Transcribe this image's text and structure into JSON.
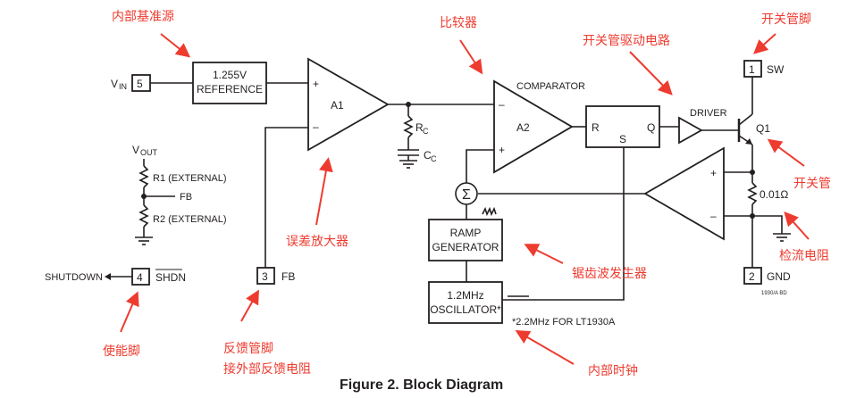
{
  "figure": {
    "caption": "Figure 2. Block Diagram",
    "drawing_code": "1930/A BD"
  },
  "pins": {
    "vin": {
      "number": "5",
      "name": "V",
      "sub": "IN"
    },
    "sw": {
      "number": "1",
      "name": "SW"
    },
    "gnd": {
      "number": "2",
      "name": "GND"
    },
    "fb": {
      "number": "3",
      "name": "FB"
    },
    "shdn": {
      "number": "4",
      "name": "SHDN",
      "signal": "SHUTDOWN"
    }
  },
  "blocks": {
    "reference": {
      "line1": "1.255V",
      "line2": "REFERENCE"
    },
    "a1": {
      "label": "A1",
      "plus": "+",
      "minus": "–"
    },
    "a2": {
      "label": "A2",
      "title": "COMPARATOR",
      "plus": "+",
      "minus": "–"
    },
    "latch": {
      "r": "R",
      "s": "S",
      "q": "Q"
    },
    "driver": {
      "label": "DRIVER"
    },
    "q1": {
      "label": "Q1"
    },
    "sense_amp": {
      "plus": "+",
      "minus": "–"
    },
    "sense_resistor": {
      "value": "0.01Ω"
    },
    "summer": {
      "symbol": "Σ"
    },
    "ramp": {
      "line1": "RAMP",
      "line2": "GENERATOR"
    },
    "oscillator": {
      "line1": "1.2MHz",
      "line2": "OSCILLATOR*",
      "footnote": "*2.2MHz FOR LT1930A"
    },
    "rc": {
      "name": "R",
      "sub": "C"
    },
    "cc": {
      "name": "C",
      "sub": "C"
    },
    "divider": {
      "vout": "V",
      "vout_sub": "OUT",
      "r1": "R1 (EXTERNAL)",
      "r2": "R2 (EXTERNAL)",
      "fb": "FB"
    }
  },
  "annotations": {
    "reference": "内部基准源",
    "comparator": "比较器",
    "driver": "开关管驱动电路",
    "sw_pin": "开关管脚",
    "q1": "开关管",
    "sense": "检流电阻",
    "ramp": "锯齿波发生器",
    "osc": "内部时钟",
    "error_amp": "误差放大器",
    "shdn": "使能脚",
    "fb_line1": "反馈管脚",
    "fb_line2": "接外部反馈电阻"
  },
  "colors": {
    "annotation": "#ee3b2f",
    "line": "#231f20"
  }
}
